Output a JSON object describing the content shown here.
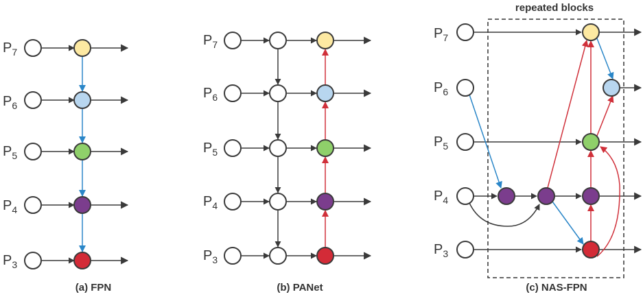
{
  "panels": {
    "fpn": {
      "caption": "(a) FPN"
    },
    "panet": {
      "caption": "(b) PANet"
    },
    "nas": {
      "caption": "(c) NAS-FPN",
      "box_title": "repeated blocks"
    }
  },
  "levels": [
    {
      "base": "P",
      "sub": "7"
    },
    {
      "base": "P",
      "sub": "6"
    },
    {
      "base": "P",
      "sub": "5"
    },
    {
      "base": "P",
      "sub": "4"
    },
    {
      "base": "P",
      "sub": "3"
    }
  ],
  "colors": {
    "yellow": "#fde9a2",
    "light_blue": "#b8d6ef",
    "green": "#8fd06a",
    "purple": "#7b3d8d",
    "red": "#d32b37",
    "white": "#ffffff",
    "blue_arrow": "#2a86c8",
    "red_arrow": "#d0303a",
    "dark": "#3a3a3a"
  }
}
